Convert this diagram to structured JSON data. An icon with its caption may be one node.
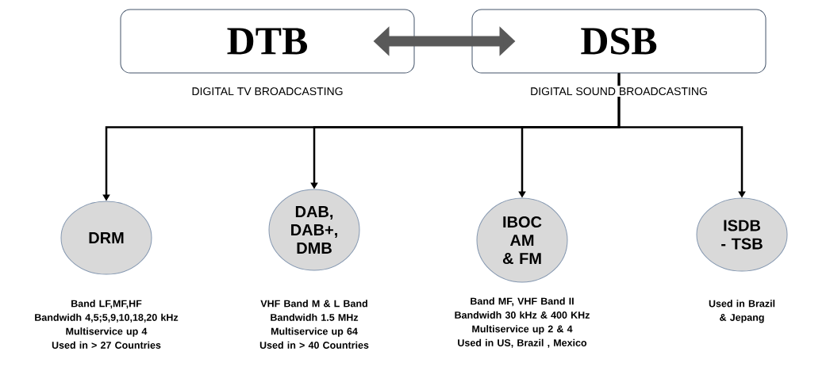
{
  "diagram": {
    "nodes": [
      {
        "text": [
          "DTB"
        ],
        "beside": [
          "DIGITAL TV BROADCASTING"
        ]
      },
      {
        "text": [
          "DSB"
        ],
        "beside": [
          "DIGITAL SOUND BROADCASTING"
        ]
      },
      {
        "text": [
          "DRM"
        ],
        "beside": [
          "Band LF,MF,HF",
          "Bandwidh 4,5;5,9,10,18,20 kHz",
          "Multiservice up 4",
          "Used in > 27 Countries"
        ]
      },
      {
        "text": [
          "DAB, DAB+, DMB"
        ],
        "beside": [
          "VHF Band M & L Band",
          "Bandwidh 1.5 MHz",
          "Multiservice up 64",
          "Used in > 40 Countries"
        ]
      },
      {
        "text": [
          "IBOC AM & FM"
        ],
        "beside": [
          "Band MF, VHF Band II",
          "Bandwidh 30 kHz & 400 KHz",
          "Multiservice up 2 & 4",
          "Used in US, Brazil , Mexico"
        ]
      },
      {
        "text": [
          "ISDB - TSB"
        ],
        "beside": [
          "Used in Brazil & Jepang"
        ]
      }
    ],
    "edges": [
      {
        "from": 0,
        "to": 1,
        "arrow": "both",
        "style": "thick",
        "color": "#595959"
      },
      {
        "from": 1,
        "to": 2,
        "arrow": "to"
      },
      {
        "from": 1,
        "to": 3,
        "arrow": "to"
      },
      {
        "from": 1,
        "to": 4,
        "arrow": "to"
      },
      {
        "from": 1,
        "to": 5,
        "arrow": "to"
      }
    ]
  }
}
